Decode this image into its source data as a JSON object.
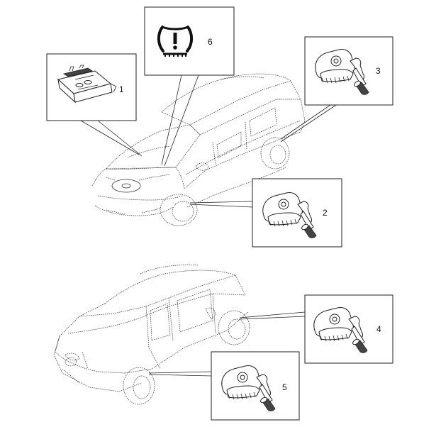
{
  "callouts": [
    {
      "id": "1",
      "label": "1"
    },
    {
      "id": "2",
      "label": "2"
    },
    {
      "id": "3",
      "label": "3"
    },
    {
      "id": "4",
      "label": "4"
    },
    {
      "id": "5",
      "label": "5"
    },
    {
      "id": "6",
      "label": "6"
    }
  ],
  "icons": {
    "warning_lamp": "tire-pressure-warning-icon",
    "receiver": "tpms-receiver-module-icon",
    "sensor": "tpms-sensor-icon"
  }
}
